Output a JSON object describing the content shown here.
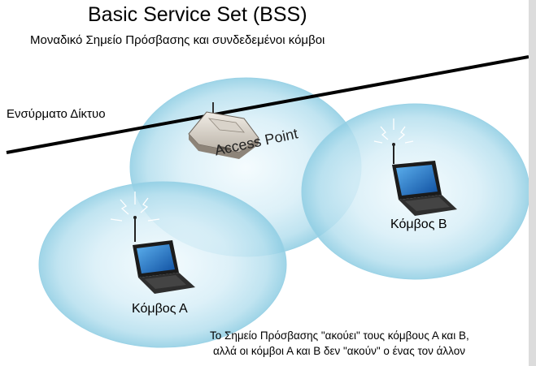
{
  "title": "Basic Service Set (BSS)",
  "subtitle": "Μοναδικό Σημείο Πρόσβασης και συνδεδεμένοι κόμβοι",
  "wired_network_label": "Ενσύρματο Δίκτυο",
  "access_point_label": "Access Point",
  "node_b_label": "Κόμβος Β",
  "node_a_label": "Κόμβος Α",
  "caption_line1": "Το Σημείο Πρόσβασης \"ακούει\" τους κόμβους Α και Β,",
  "caption_line2": "αλλά οι κόμβοι Α και Β δεν \"ακούν\" ο ένας τον άλλον",
  "colors": {
    "coverage_fill": "#cfeaf4",
    "coverage_edge": "#7fc3dc",
    "wired_line": "#000000",
    "screen": "#1f6fc4"
  },
  "icons": [
    "access-point-icon",
    "laptop-icon",
    "antenna-icon",
    "signal-waves-icon"
  ]
}
